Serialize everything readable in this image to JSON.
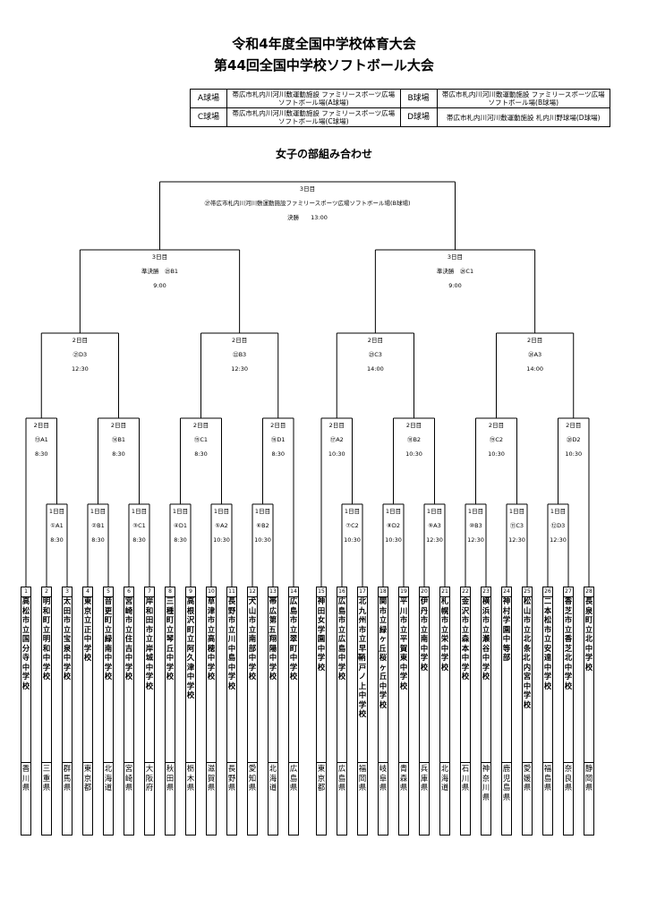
{
  "header": {
    "title1": "令和4年度全国中学校体育大会",
    "title2": "第44回全国中学校ソフトボール大会"
  },
  "venues": [
    {
      "code": "A球場",
      "name": "帯広市札内川河川敷運動施設 ファミリースポーツ広場ソフトボール場(A球場)"
    },
    {
      "code": "B球場",
      "name": "帯広市札内川河川敷運動施設 ファミリースポーツ広場ソフトボール場(B球場)"
    },
    {
      "code": "C球場",
      "name": "帯広市札内川河川敷運動施設 ファミリースポーツ広場ソフトボール場(C球場)"
    },
    {
      "code": "D球場",
      "name": "帯広市札内川河川敷運動施設 札内川野球場(D球場)"
    }
  ],
  "bracket_title": "女子の部組み合わせ",
  "final": {
    "day": "3日目",
    "venue": "㉗帯広市札内川河川敷運動施設ファミリースポーツ広場ソフトボール場(B球場)",
    "label": "決勝",
    "time": "13:00"
  },
  "semis": [
    {
      "day": "3日目",
      "label": "準決勝",
      "match": "㉕B1",
      "time": "9:00"
    },
    {
      "day": "3日目",
      "label": "準決勝",
      "match": "㉖C1",
      "time": "9:00"
    }
  ],
  "quarters": [
    {
      "day": "2日目",
      "match": "㉑D3",
      "time": "12:30"
    },
    {
      "day": "2日目",
      "match": "㉒B3",
      "time": "12:30"
    },
    {
      "day": "2日目",
      "match": "㉓C3",
      "time": "14:00"
    },
    {
      "day": "2日目",
      "match": "㉔A3",
      "time": "14:00"
    }
  ],
  "round2": [
    {
      "day": "2日目",
      "match": "⑬A1",
      "time": "8:30"
    },
    {
      "day": "2日目",
      "match": "⑭B1",
      "time": "8:30"
    },
    {
      "day": "2日目",
      "match": "⑮C1",
      "time": "8:30"
    },
    {
      "day": "2日目",
      "match": "⑯D1",
      "time": "8:30"
    },
    {
      "day": "2日目",
      "match": "⑰A2",
      "time": "10:30"
    },
    {
      "day": "2日目",
      "match": "⑱B2",
      "time": "10:30"
    },
    {
      "day": "2日目",
      "match": "⑲C2",
      "time": "10:30"
    },
    {
      "day": "2日目",
      "match": "⑳D2",
      "time": "10:30"
    }
  ],
  "round1": [
    {
      "day": "1日目",
      "match": "①A1",
      "time": "8:30"
    },
    {
      "day": "1日目",
      "match": "②B1",
      "time": "8:30"
    },
    {
      "day": "1日目",
      "match": "③C1",
      "time": "8:30"
    },
    {
      "day": "1日目",
      "match": "④D1",
      "time": "8:30"
    },
    {
      "day": "1日目",
      "match": "⑤A2",
      "time": "10:30"
    },
    {
      "day": "1日目",
      "match": "⑥B2",
      "time": "10:30"
    },
    {
      "day": "1日目",
      "match": "⑦C2",
      "time": "10:30"
    },
    {
      "day": "1日目",
      "match": "⑧D2",
      "time": "10:30"
    },
    {
      "day": "1日目",
      "match": "⑨A3",
      "time": "12:30"
    },
    {
      "day": "1日目",
      "match": "⑩B3",
      "time": "12:30"
    },
    {
      "day": "1日目",
      "match": "⑪C3",
      "time": "12:30"
    },
    {
      "day": "1日目",
      "match": "⑫D3",
      "time": "12:30"
    }
  ],
  "teams": [
    {
      "num": "1",
      "name": "高松市立国分寺中学校",
      "pref": "香川県"
    },
    {
      "num": "2",
      "name": "明和町立明和中学校",
      "pref": "三重県"
    },
    {
      "num": "3",
      "name": "太田市立宝泉中学校",
      "pref": "群馬県"
    },
    {
      "num": "4",
      "name": "東京立正中学校",
      "pref": "東京都"
    },
    {
      "num": "5",
      "name": "音更町立緑南中学校",
      "pref": "北海道"
    },
    {
      "num": "6",
      "name": "宮崎市立住吉中学校",
      "pref": "宮崎県"
    },
    {
      "num": "7",
      "name": "岸和田市立岸城中学校",
      "pref": "大阪府"
    },
    {
      "num": "8",
      "name": "三種町立琴丘中学校",
      "pref": "秋田県"
    },
    {
      "num": "9",
      "name": "高根沢町立阿久津中学校",
      "pref": "栃木県"
    },
    {
      "num": "10",
      "name": "草津市立高穂中学校",
      "pref": "滋賀県"
    },
    {
      "num": "11",
      "name": "長野市立川中島中学校",
      "pref": "長野県"
    },
    {
      "num": "12",
      "name": "犬山市立南部中学校",
      "pref": "愛知県"
    },
    {
      "num": "13",
      "name": "帯広第五・翔陽中学校",
      "pref": "北海道"
    },
    {
      "num": "14",
      "name": "広島市立翠町中学校",
      "pref": "広島県"
    },
    {
      "num": "15",
      "name": "神田女学園中学校",
      "pref": "東京都"
    },
    {
      "num": "16",
      "name": "広島市立広島中学校",
      "pref": "広島県"
    },
    {
      "num": "17",
      "name": "北九州市立早鞆・戸ノ上中学校",
      "pref": "福岡県"
    },
    {
      "num": "18",
      "name": "関市立緑ヶ丘・桜ヶ丘中学校",
      "pref": "岐阜県"
    },
    {
      "num": "19",
      "name": "平川市立平賀東中学校",
      "pref": "青森県"
    },
    {
      "num": "20",
      "name": "伊丹市立南中学校",
      "pref": "兵庫県"
    },
    {
      "num": "21",
      "name": "札幌市立栄中学校",
      "pref": "北海道"
    },
    {
      "num": "22",
      "name": "金沢市立森本中学校",
      "pref": "石川県"
    },
    {
      "num": "23",
      "name": "横浜市立瀬谷中学校",
      "pref": "神奈川県"
    },
    {
      "num": "24",
      "name": "神村学園中等部",
      "pref": "鹿児島県"
    },
    {
      "num": "25",
      "name": "松山市立北条北・内宮中学校",
      "pref": "愛媛県"
    },
    {
      "num": "26",
      "name": "二本松市立安達中学校",
      "pref": "福島県"
    },
    {
      "num": "27",
      "name": "香芝市立香芝北中学校",
      "pref": "奈良県"
    },
    {
      "num": "28",
      "name": "長泉町立北中学校",
      "pref": "静岡県"
    }
  ]
}
